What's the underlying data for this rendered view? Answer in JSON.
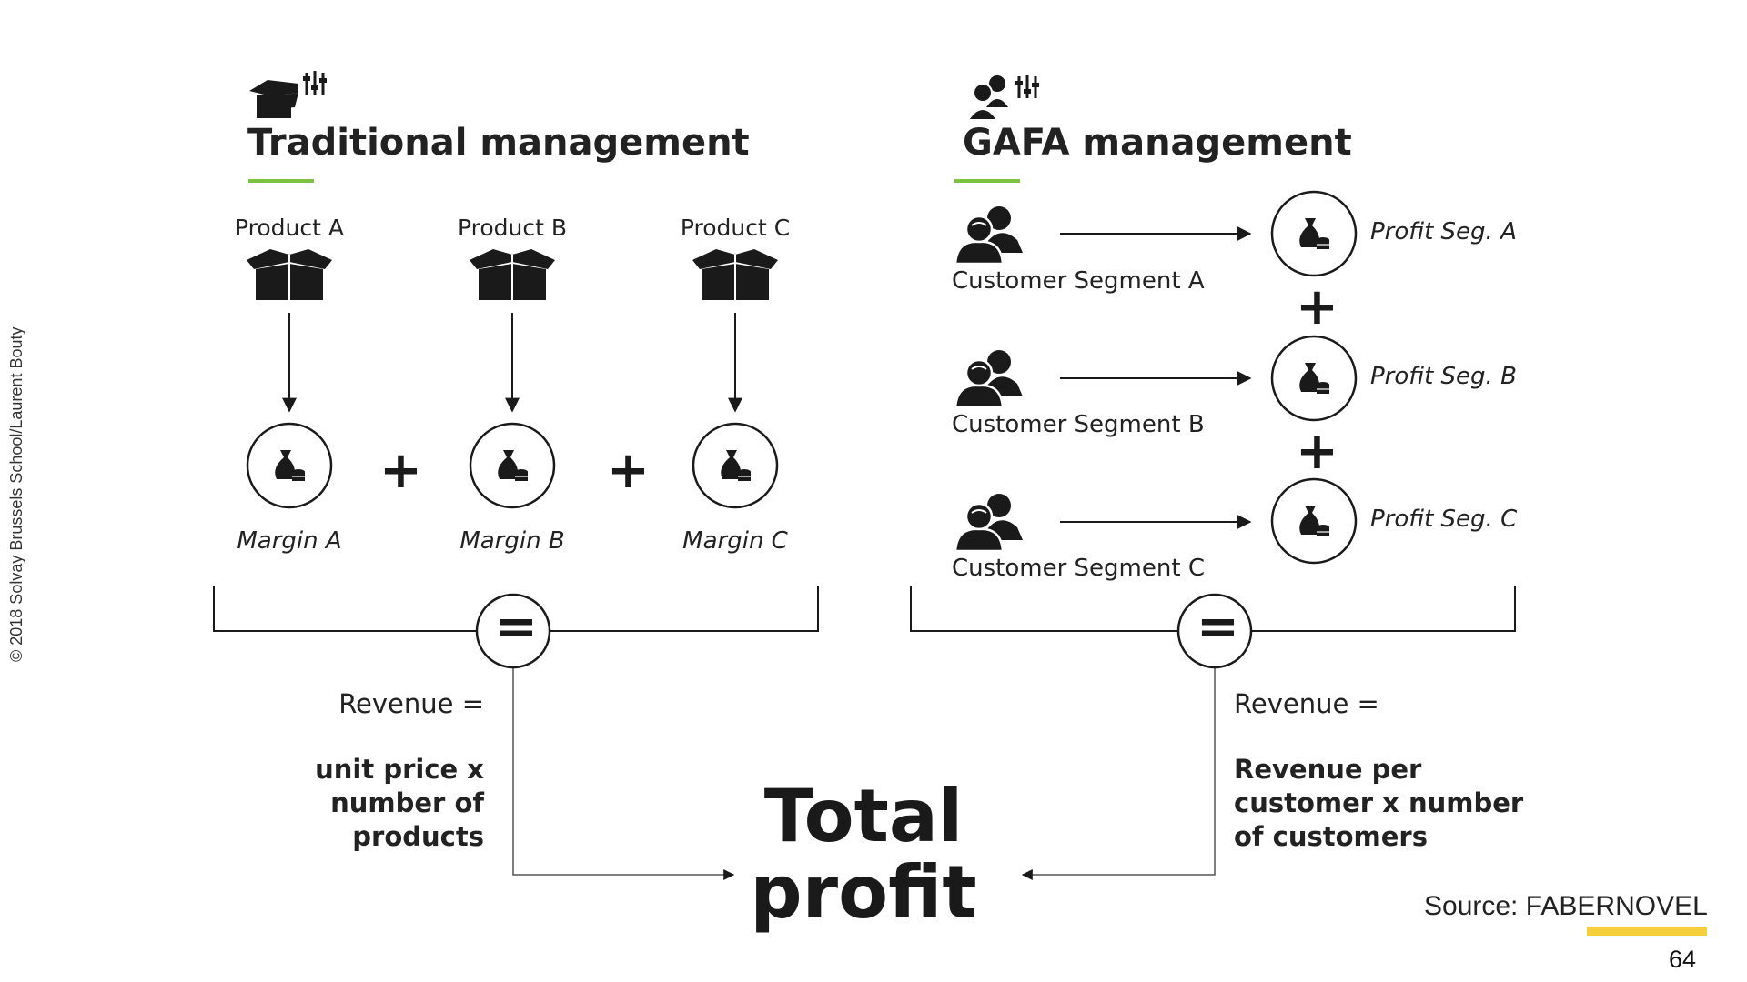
{
  "left": {
    "title": "Traditional management",
    "products": [
      {
        "label": "Product A",
        "margin": "Margin A"
      },
      {
        "label": "Product B",
        "margin": "Margin B"
      },
      {
        "label": "Product C",
        "margin": "Margin C"
      }
    ],
    "revenue_label": "Revenue =",
    "revenue_formula": "unit price x number of products"
  },
  "right": {
    "title": "GAFA management",
    "segments": [
      {
        "label": "Customer Segment A",
        "profit": "Profit Seg. A"
      },
      {
        "label": "Customer Segment B",
        "profit": "Profit Seg. B"
      },
      {
        "label": "Customer Segment C",
        "profit": "Profit Seg. C"
      }
    ],
    "revenue_label": "Revenue =",
    "revenue_formula": "Revenue per customer x number of customers"
  },
  "plus_sign": "+",
  "equals_sign": "=",
  "total": "Total profit",
  "source_label": "Source:",
  "source_name": "FABERNOVEL",
  "page_number": "64",
  "copyright": "© 2018 Solvay Brussels School/Laurent Bouty",
  "colors": {
    "accent_green": "#7cc142",
    "accent_yellow": "#f5cf3c",
    "ink": "#1f1f1f"
  },
  "icons": [
    "box-settings-icon",
    "people-settings-icon",
    "box-icon",
    "money-bag-icon",
    "customers-icon",
    "arrow-icon"
  ]
}
